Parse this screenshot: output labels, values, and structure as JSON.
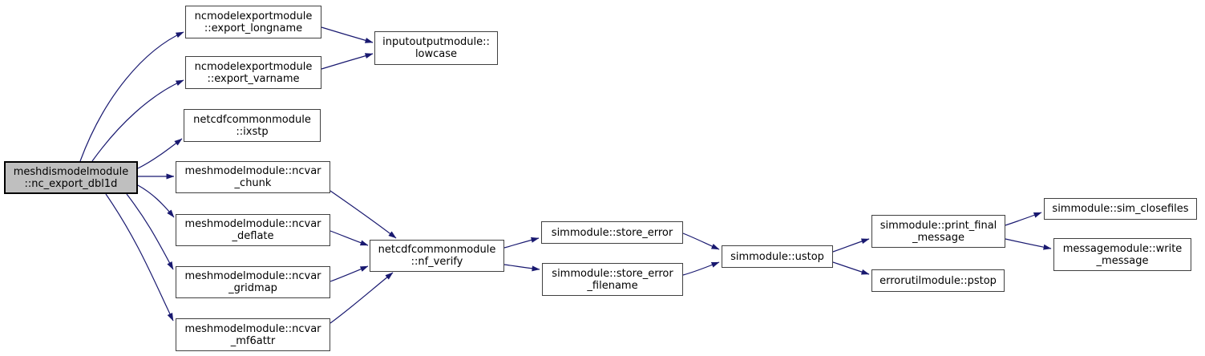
{
  "diagram": {
    "kind": "call-graph",
    "background_color": "#ffffff",
    "edge_color": "#191970",
    "node_border_color": "#404040",
    "highlight_fill_color": "#bfbfbf",
    "nodes": [
      {
        "id": "nc_export_dbl1d",
        "label": "meshdismodelmodule\n::nc_export_dbl1d",
        "highlighted": true
      },
      {
        "id": "export_longname",
        "label": "ncmodelexportmodule\n::export_longname",
        "highlighted": false
      },
      {
        "id": "export_varname",
        "label": "ncmodelexportmodule\n::export_varname",
        "highlighted": false
      },
      {
        "id": "lowcase",
        "label": "inputoutputmodule::\nlowcase",
        "highlighted": false
      },
      {
        "id": "ixstp",
        "label": "netcdfcommonmodule\n::ixstp",
        "highlighted": false
      },
      {
        "id": "ncvar_chunk",
        "label": "meshmodelmodule::ncvar\n_chunk",
        "highlighted": false
      },
      {
        "id": "ncvar_deflate",
        "label": "meshmodelmodule::ncvar\n_deflate",
        "highlighted": false
      },
      {
        "id": "ncvar_gridmap",
        "label": "meshmodelmodule::ncvar\n_gridmap",
        "highlighted": false
      },
      {
        "id": "ncvar_mf6attr",
        "label": "meshmodelmodule::ncvar\n_mf6attr",
        "highlighted": false
      },
      {
        "id": "nf_verify",
        "label": "netcdfcommonmodule\n::nf_verify",
        "highlighted": false
      },
      {
        "id": "store_error",
        "label": "simmodule::store_error",
        "highlighted": false
      },
      {
        "id": "store_error_filename",
        "label": "simmodule::store_error\n_filename",
        "highlighted": false
      },
      {
        "id": "ustop",
        "label": "simmodule::ustop",
        "highlighted": false
      },
      {
        "id": "print_final_message",
        "label": "simmodule::print_final\n_message",
        "highlighted": false
      },
      {
        "id": "pstop",
        "label": "errorutilmodule::pstop",
        "highlighted": false
      },
      {
        "id": "sim_closefiles",
        "label": "simmodule::sim_closefiles",
        "highlighted": false
      },
      {
        "id": "write_message",
        "label": "messagemodule::write\n_message",
        "highlighted": false
      }
    ],
    "edges": [
      {
        "from": "nc_export_dbl1d",
        "to": "export_longname"
      },
      {
        "from": "nc_export_dbl1d",
        "to": "export_varname"
      },
      {
        "from": "nc_export_dbl1d",
        "to": "ixstp"
      },
      {
        "from": "nc_export_dbl1d",
        "to": "ncvar_chunk"
      },
      {
        "from": "nc_export_dbl1d",
        "to": "ncvar_deflate"
      },
      {
        "from": "nc_export_dbl1d",
        "to": "ncvar_gridmap"
      },
      {
        "from": "nc_export_dbl1d",
        "to": "ncvar_mf6attr"
      },
      {
        "from": "export_longname",
        "to": "lowcase"
      },
      {
        "from": "export_varname",
        "to": "lowcase"
      },
      {
        "from": "ncvar_chunk",
        "to": "nf_verify"
      },
      {
        "from": "ncvar_deflate",
        "to": "nf_verify"
      },
      {
        "from": "ncvar_gridmap",
        "to": "nf_verify"
      },
      {
        "from": "ncvar_mf6attr",
        "to": "nf_verify"
      },
      {
        "from": "nf_verify",
        "to": "store_error"
      },
      {
        "from": "nf_verify",
        "to": "store_error_filename"
      },
      {
        "from": "store_error",
        "to": "ustop"
      },
      {
        "from": "store_error_filename",
        "to": "ustop"
      },
      {
        "from": "ustop",
        "to": "print_final_message"
      },
      {
        "from": "ustop",
        "to": "pstop"
      },
      {
        "from": "print_final_message",
        "to": "sim_closefiles"
      },
      {
        "from": "print_final_message",
        "to": "write_message"
      }
    ]
  }
}
